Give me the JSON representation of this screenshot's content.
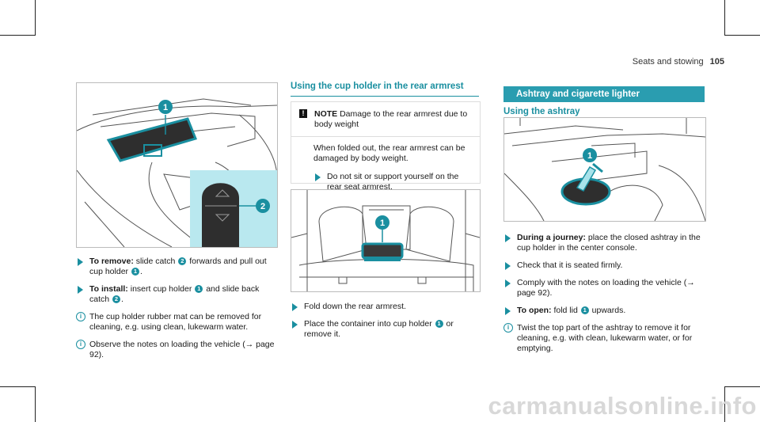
{
  "header": {
    "section": "Seats and stowing",
    "page_number": "105"
  },
  "left": {
    "steps": [
      {
        "type": "step",
        "label": "To remove:",
        "parts": [
          " slide catch ",
          "2",
          " forwards and pull out cup holder ",
          "1",
          "."
        ]
      },
      {
        "type": "step",
        "label": "To install:",
        "parts": [
          " insert cup holder ",
          "1",
          " and slide back catch ",
          "2",
          "."
        ]
      },
      {
        "type": "info",
        "label": "",
        "parts": [
          "The cup holder rubber mat can be removed for cleaning, e.g. using clean, lukewarm water."
        ]
      },
      {
        "type": "info",
        "label": "",
        "parts": [
          "Observe the notes on loading the vehicle (→ page 92)."
        ]
      }
    ]
  },
  "middle": {
    "heading": "Using the cup holder in the rear armrest",
    "note": {
      "title": "NOTE",
      "title_text": " Damage to the rear armrest due to body weight",
      "body": "When folded out, the rear armrest can be damaged by body weight.",
      "step": "Do not sit or support yourself on the rear seat armrest."
    },
    "steps": [
      {
        "type": "step",
        "label": "",
        "parts": [
          "Fold down the rear armrest."
        ]
      },
      {
        "type": "step",
        "label": "",
        "parts": [
          "Place the container into cup holder ",
          "1",
          " or remove it."
        ]
      }
    ]
  },
  "right": {
    "bar_title": "Ashtray and cigarette lighter",
    "subheading": "Using the ashtray",
    "steps": [
      {
        "type": "step",
        "label": "During a journey:",
        "parts": [
          " place the closed ashtray in the cup holder in the center console."
        ]
      },
      {
        "type": "step",
        "label": "",
        "parts": [
          "Check that it is seated firmly."
        ]
      },
      {
        "type": "step",
        "label": "",
        "parts": [
          "Comply with the notes on loading the vehicle (→ page 92)."
        ]
      },
      {
        "type": "step",
        "label": "To open:",
        "parts": [
          " fold lid ",
          "1",
          " upwards."
        ]
      },
      {
        "type": "info",
        "label": "",
        "parts": [
          "Twist the top part of the ashtray to remove it for cleaning, e.g. with clean, lukewarm water, or for emptying."
        ]
      }
    ]
  },
  "figure_callouts": {
    "one": "1",
    "two": "2"
  },
  "watermark": "carmanualsonline.info",
  "colors": {
    "accent": "#1a8fa0",
    "bar": "#2a9db0"
  }
}
